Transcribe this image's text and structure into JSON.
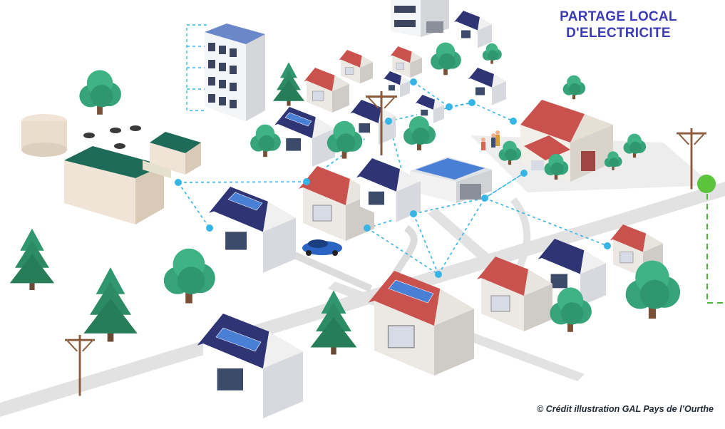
{
  "title": {
    "line1": "PARTAGE LOCAL",
    "line2": "D'ELECTRICITE"
  },
  "credit": "© Crédit illustration GAL Pays de l’Ourthe",
  "colors": {
    "title": "#3b3bb8",
    "network_line": "#35b6e6",
    "grid_connection": "#4cb83a",
    "roof_red": "#c9524f",
    "roof_blue": "#2e3474",
    "solar_panel": "#4a7fd6",
    "tree": "#36a37a",
    "pine": "#2c8b63",
    "road": "#dcdcdc",
    "pole": "#8a5a3b"
  }
}
